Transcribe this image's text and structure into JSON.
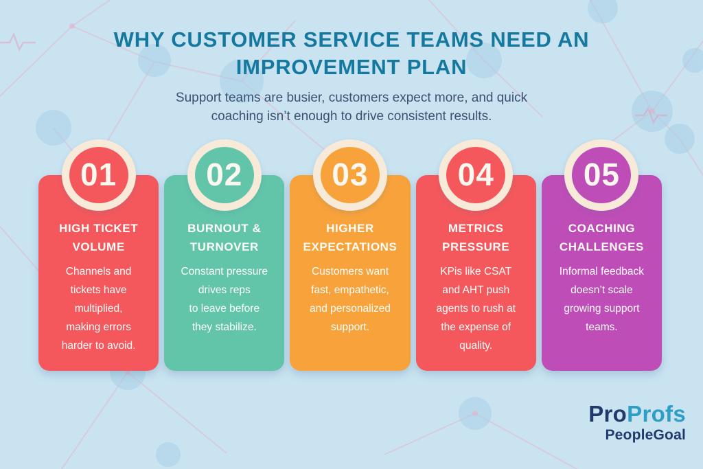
{
  "header": {
    "title_lines": [
      "WHY CUSTOMER SERVICE TEAMS NEED AN",
      "IMPROVEMENT PLAN"
    ],
    "subtitle_lines": [
      "Support teams are busier, customers expect more, and quick",
      "coaching isn’t enough to drive consistent results."
    ]
  },
  "cards": [
    {
      "number": "01",
      "color": "#F4585C",
      "title_lines": [
        "HIGH TICKET",
        "VOLUME"
      ],
      "body_lines": [
        "Channels and",
        "tickets have",
        "multiplied,",
        "making errors",
        "harder to avoid."
      ]
    },
    {
      "number": "02",
      "color": "#62C5A9",
      "title_lines": [
        "BURNOUT &",
        "TURNOVER"
      ],
      "body_lines": [
        "Constant pressure",
        "drives reps",
        "to leave before",
        "they stabilize."
      ]
    },
    {
      "number": "03",
      "color": "#F8A23B",
      "title_lines": [
        "HIGHER",
        "EXPECTATIONS"
      ],
      "body_lines": [
        "Customers want",
        "fast, empathetic,",
        "and personalized",
        "support."
      ]
    },
    {
      "number": "04",
      "color": "#F4585C",
      "title_lines": [
        "METRICS",
        "PRESSURE"
      ],
      "body_lines": [
        "KPis like CSAT",
        "and AHT push",
        "agents to rush at",
        "the expense of",
        "quality."
      ]
    },
    {
      "number": "05",
      "color": "#BE4DB7",
      "title_lines": [
        "COACHING",
        "CHALLENGES"
      ],
      "body_lines": [
        "Informal feedback",
        "doesn’t scale",
        "growing support",
        "teams."
      ]
    }
  ],
  "logo": {
    "part1": "Pro",
    "part2": "Profs",
    "sub": "PeopleGoal"
  },
  "colors": {
    "background": "#C9E3F1",
    "ring": "#F8EAD9",
    "title": "#15789F",
    "subtitle": "#3E4F6F",
    "navy": "#24396B",
    "cyan": "#2E9EC5"
  }
}
